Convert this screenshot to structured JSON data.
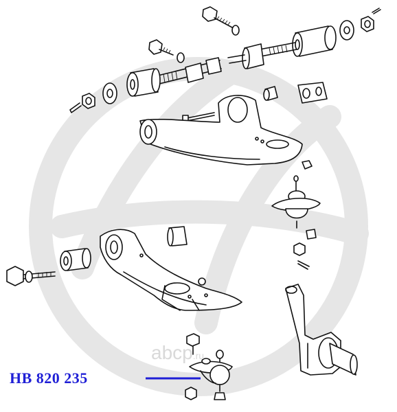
{
  "part_number_label": "HB 820 235",
  "watermark": {
    "logo_text": "abcp",
    "domain_suffix": ".ru"
  },
  "colors": {
    "label_blue": "#1f1fd6",
    "watermark_gray": "#d9d9d9",
    "line_black": "#111111"
  }
}
